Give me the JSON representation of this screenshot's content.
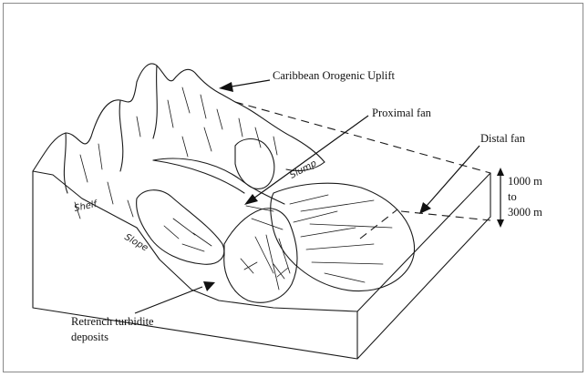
{
  "labels": {
    "uplift": "Caribbean Orogenic Uplift",
    "proximal": "Proximal fan",
    "distal": "Distal fan",
    "depth_top": "1000 m",
    "depth_mid": "to",
    "depth_bottom": "3000 m",
    "retrench_line1": "Retrench turbidite",
    "retrench_line2": "deposits"
  },
  "handwritten": {
    "shelf": "Shelf",
    "slope": "Slope",
    "slump": "Slump"
  }
}
